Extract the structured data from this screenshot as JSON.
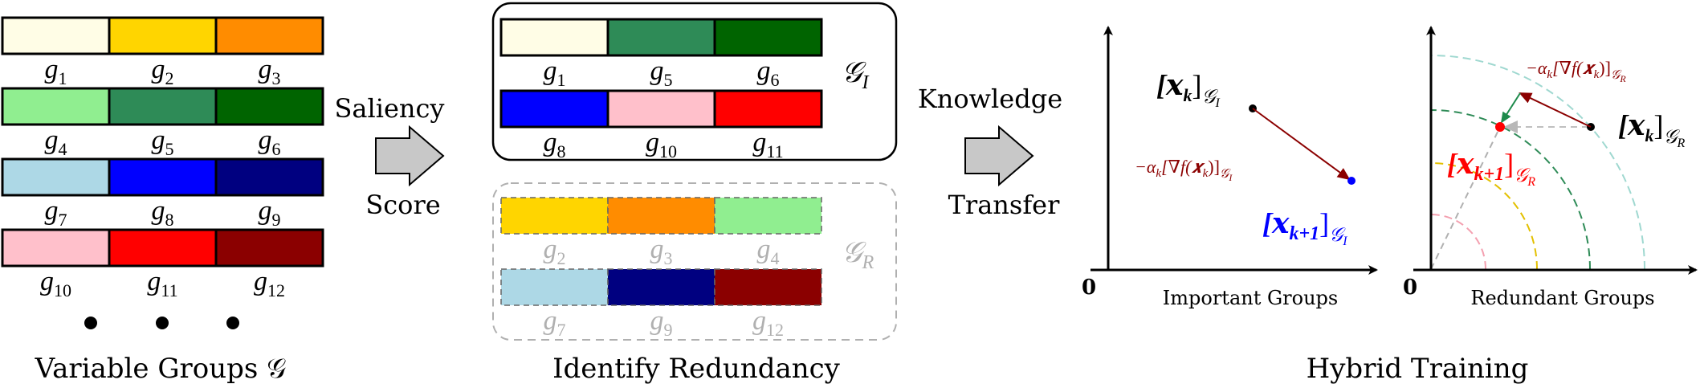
{
  "colors": {
    "g1": "#fffde6",
    "g2": "#ffd500",
    "g3": "#ff8c00",
    "g4": "#90ee90",
    "g5": "#2e8b57",
    "g6": "#006400",
    "g7": "#add8e6",
    "g8": "#0000ff",
    "g9": "#000080",
    "g10": "#ffc0cb",
    "g11": "#ff0000",
    "g12": "#8b0000",
    "redundant_gray": "#b0b0b0",
    "arrow_darkred": "#8b0000",
    "next_blue": "#0000ff",
    "next_red": "#ff0000",
    "green_arrow": "#1e8b4c",
    "arc_colors": [
      "#9fd8d0",
      "#2e8b57",
      "#e3c000",
      "#f4a0b0"
    ]
  },
  "variable_groups": {
    "rows": [
      [
        {
          "name": "g",
          "sub": "1",
          "color": "g1"
        },
        {
          "name": "g",
          "sub": "2",
          "color": "g2"
        },
        {
          "name": "g",
          "sub": "3",
          "color": "g3"
        }
      ],
      [
        {
          "name": "g",
          "sub": "4",
          "color": "g4"
        },
        {
          "name": "g",
          "sub": "5",
          "color": "g5"
        },
        {
          "name": "g",
          "sub": "6",
          "color": "g6"
        }
      ],
      [
        {
          "name": "g",
          "sub": "7",
          "color": "g7"
        },
        {
          "name": "g",
          "sub": "8",
          "color": "g8"
        },
        {
          "name": "g",
          "sub": "9",
          "color": "g9"
        }
      ],
      [
        {
          "name": "g",
          "sub": "10",
          "color": "g10"
        },
        {
          "name": "g",
          "sub": "11",
          "color": "g11"
        },
        {
          "name": "g",
          "sub": "12",
          "color": "g12"
        }
      ]
    ],
    "caption": "Variable Groups 𝒢"
  },
  "arrow1": {
    "top": "Saliency",
    "bottom": "Score"
  },
  "redundancy": {
    "important_rows": [
      [
        {
          "name": "g",
          "sub": "1",
          "color": "g1"
        },
        {
          "name": "g",
          "sub": "5",
          "color": "g5"
        },
        {
          "name": "g",
          "sub": "6",
          "color": "g6"
        }
      ],
      [
        {
          "name": "g",
          "sub": "8",
          "color": "g8"
        },
        {
          "name": "g",
          "sub": "10",
          "color": "g10"
        },
        {
          "name": "g",
          "sub": "11",
          "color": "g11"
        }
      ]
    ],
    "important_label": {
      "name": "𝒢",
      "sub": "I"
    },
    "redundant_rows": [
      [
        {
          "name": "g",
          "sub": "2",
          "color": "g2"
        },
        {
          "name": "g",
          "sub": "3",
          "color": "g3"
        },
        {
          "name": "g",
          "sub": "4",
          "color": "g4"
        }
      ],
      [
        {
          "name": "g",
          "sub": "7",
          "color": "g7"
        },
        {
          "name": "g",
          "sub": "9",
          "color": "g9"
        },
        {
          "name": "g",
          "sub": "12",
          "color": "g12"
        }
      ]
    ],
    "redundant_label": {
      "name": "𝒢",
      "sub": "R"
    },
    "caption": "Identify Redundancy"
  },
  "arrow2": {
    "top": "Knowledge",
    "bottom": "Transfer"
  },
  "hybrid": {
    "caption": "Hybrid Training",
    "left_plot": {
      "xlabel": "Important Groups",
      "origin": "0",
      "xk_label": {
        "main": "[𝒙",
        "sub": "k",
        "close": "]",
        "subscript": "𝒢",
        "subsub": "I"
      },
      "grad_label": "−α",
      "grad_label_full": {
        "pre": "−α",
        "k": "k",
        "body": "[∇f(𝒙",
        "k2": "k",
        "post": ")]",
        "g": "𝒢",
        "gsub": "I"
      },
      "next_label": {
        "main": "[𝒙",
        "sub": "k+1",
        "close": "]",
        "subscript": "𝒢",
        "subsub": "I"
      }
    },
    "right_plot": {
      "xlabel": "Redundant Groups",
      "origin": "0",
      "xk_label": {
        "main": "[𝒙",
        "sub": "k",
        "close": "]",
        "subscript": "𝒢",
        "subsub": "R"
      },
      "grad_label_full": {
        "pre": "−α",
        "k": "k",
        "body": "[∇f(𝒙",
        "k2": "k",
        "post": ")]",
        "g": "𝒢",
        "gsub": "R"
      },
      "next_label": {
        "main": "[𝒙",
        "sub": "k+1",
        "close": "]",
        "subscript": "𝒢",
        "subsub": "R"
      }
    }
  }
}
